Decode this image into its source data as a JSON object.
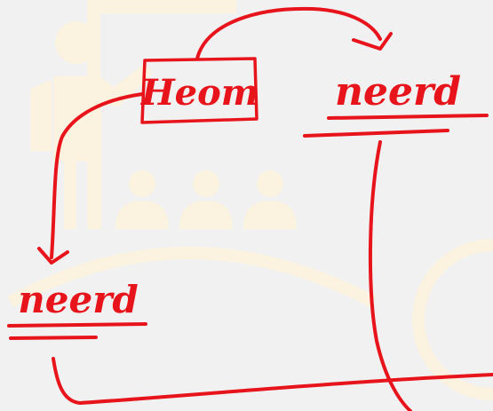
{
  "colors": {
    "ink": "#e8141b",
    "background": "#f1f1f1",
    "watermark": "#fbf3df"
  },
  "watermark": {
    "icon": "classroom-presentation-icon"
  },
  "nodes": {
    "top_box": {
      "text": "Heom"
    },
    "top_right": {
      "text": "neerd"
    },
    "left": {
      "text": "neerd"
    }
  }
}
